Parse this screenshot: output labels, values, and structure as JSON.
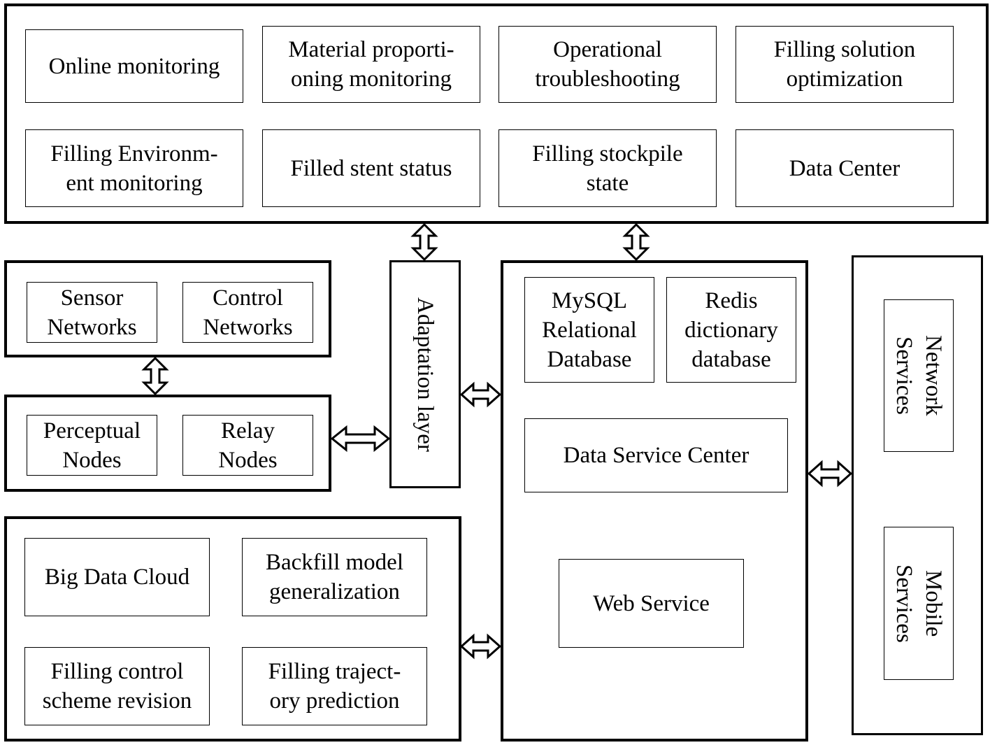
{
  "top_panel": {
    "row1": [
      "Online monitoring",
      "Material proporti-\noning monitoring",
      "Operational\ntroubleshooting",
      "Filling solution\noptimization"
    ],
    "row2": [
      "Filling Environm-\nent monitoring",
      "Filled stent status",
      "Filling stockpile\nstate",
      "Data Center"
    ]
  },
  "networks": {
    "sensor": "Sensor\nNetworks",
    "control": "Control\nNetworks"
  },
  "nodes": {
    "perceptual": "Perceptual\nNodes",
    "relay": "Relay\nNodes"
  },
  "adaptation": "Adaptation layer",
  "data_panel": {
    "mysql": "MySQL\nRelational\nDatabase",
    "redis": "Redis\ndictionary\ndatabase",
    "service_center": "Data Service Center",
    "web_service": "Web Service"
  },
  "services": {
    "network": "Network\nServices",
    "mobile": "Mobile\nServices"
  },
  "cloud_panel": {
    "big_data": "Big Data Cloud",
    "backfill": "Backfill model\ngeneralization",
    "control_revision": "Filling control\nscheme revision",
    "trajectory": "Filling traject-\nory prediction"
  }
}
